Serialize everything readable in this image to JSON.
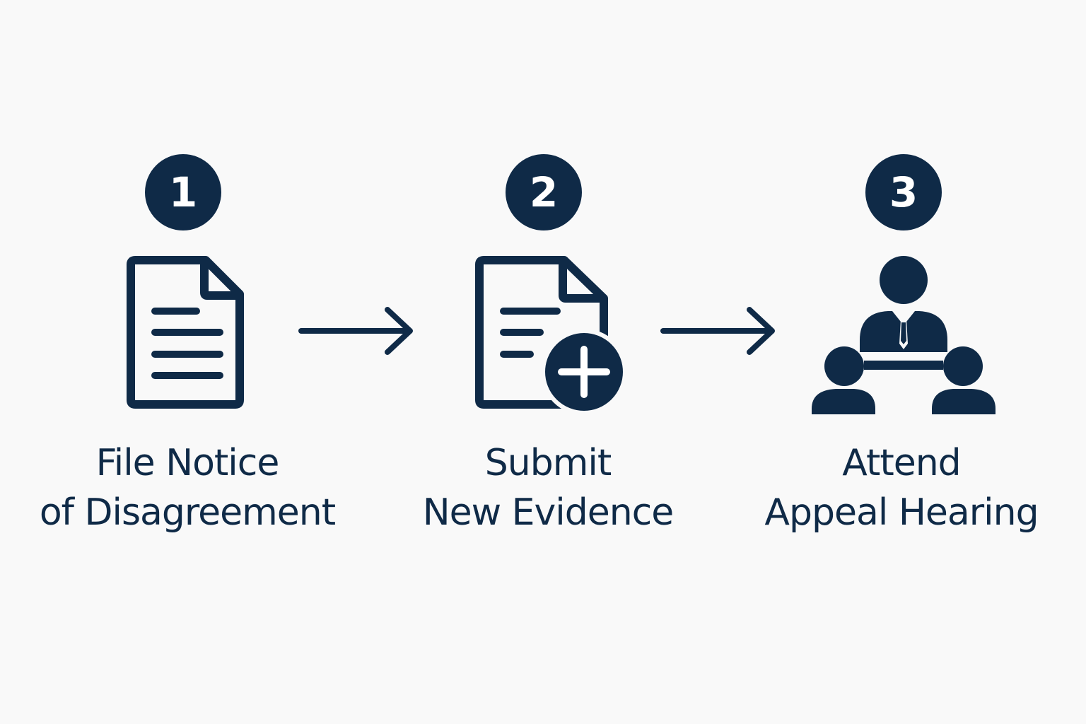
{
  "colors": {
    "ink": "#0f2a47",
    "background": "#f9f9f9"
  },
  "steps": [
    {
      "number": "1",
      "icon": "document-icon",
      "line1": "File Notice",
      "line2": "of Disagreement"
    },
    {
      "number": "2",
      "icon": "document-plus-icon",
      "line1": "Submit",
      "line2": "New Evidence"
    },
    {
      "number": "3",
      "icon": "hearing-meeting-icon",
      "line1": "Attend",
      "line2": "Appeal Hearing"
    }
  ],
  "connectors": [
    {
      "from": "1",
      "to": "2",
      "icon": "arrow-right-icon"
    },
    {
      "from": "2",
      "to": "3",
      "icon": "arrow-right-icon"
    }
  ]
}
